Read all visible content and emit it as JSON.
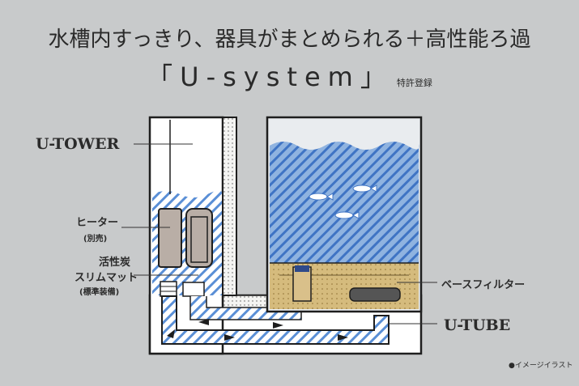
{
  "headline": "水槽内すっきり、器具がまとめられる＋高性能ろ過",
  "title": "「U-system」",
  "patent": "特許登録",
  "labels": {
    "u_tower": "U-TOWER",
    "heater": "ヒーター",
    "heater_note": "(別売)",
    "carbon_line1": "活性炭",
    "carbon_line2": "スリムマット",
    "carbon_note": "(標準装備)",
    "base_filter": "ベースフィルター",
    "u_tube": "U-TUBE",
    "image_note": "●イメージイラスト"
  },
  "colors": {
    "background": "#c8cacb",
    "water_hatch": "#5a8fd6",
    "sand": "#c9a866",
    "outline": "#1e1e1e"
  }
}
